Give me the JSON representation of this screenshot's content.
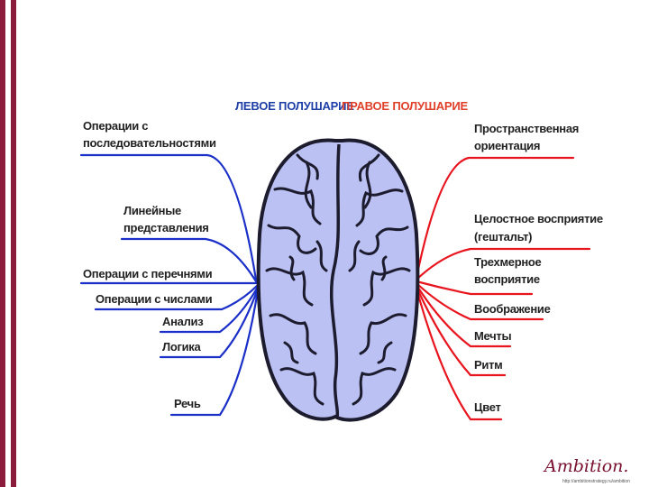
{
  "header": {
    "left_title": "ЛЕВОЕ ПОЛУШАРИЕ",
    "right_title": "ПРАВОЕ ПОЛУШАРИЕ"
  },
  "left_labels": [
    "Операции с",
    "последовательностями",
    "Линейные",
    "представления",
    "Операции с перечнями",
    "Операции с числами",
    "Анализ",
    "Логика",
    "Речь"
  ],
  "right_labels": [
    "Пространственная",
    "ориентация",
    "Целостное восприятие",
    "(гештальт)",
    "Трехмерное",
    "восприятие",
    "Воображение",
    "Мечты",
    "Ритм",
    "Цвет"
  ],
  "branding": {
    "signature": "Ambition.",
    "credit": "http://ambitionstrategy.ru/ambition"
  },
  "colors": {
    "left": "#1a2fc8",
    "right": "#e8141e",
    "brain_fill": "#bcc1f4",
    "accent_bar": "#8b1c3c"
  }
}
